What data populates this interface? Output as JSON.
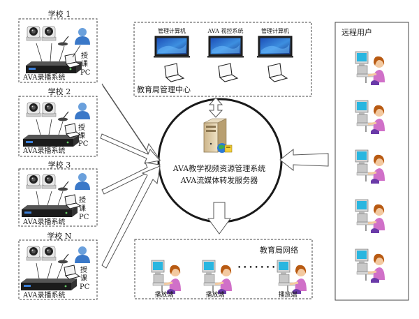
{
  "schools": [
    {
      "title": "学校 1",
      "recorder": "AVA录播系统",
      "teacher_pc": [
        "授",
        "课",
        "PC"
      ]
    },
    {
      "title": "学校 2",
      "recorder": "AVA录播系统",
      "teacher_pc": [
        "授",
        "课",
        "PC"
      ]
    },
    {
      "title": "学校 3",
      "recorder": "AVA录播系统",
      "teacher_pc": [
        "授",
        "课",
        "PC"
      ]
    },
    {
      "title": "学校 N",
      "recorder": "AVA录播系统",
      "teacher_pc": [
        "授",
        "课",
        "PC"
      ]
    }
  ],
  "management_center": {
    "title": "教育局管理中心",
    "monitors": [
      "管理计算机",
      "AVA 视控系统",
      "管理计算机"
    ]
  },
  "server": {
    "line1": "AVA教学视频资源管理系统",
    "line2": "AVA流媒体转发服务器"
  },
  "bureau_network": {
    "title": "教育局网络",
    "ellipsis": "• • • • • • •",
    "clients": [
      "播放端",
      "播放端",
      "播放端"
    ]
  },
  "remote_users": {
    "title": "远程用户",
    "count": 5
  },
  "colors": {
    "screen_blue": "#2a62c4",
    "arrow_outline": "#555555",
    "person_shirt": "#d070c8",
    "person_hair": "#b85a12"
  }
}
